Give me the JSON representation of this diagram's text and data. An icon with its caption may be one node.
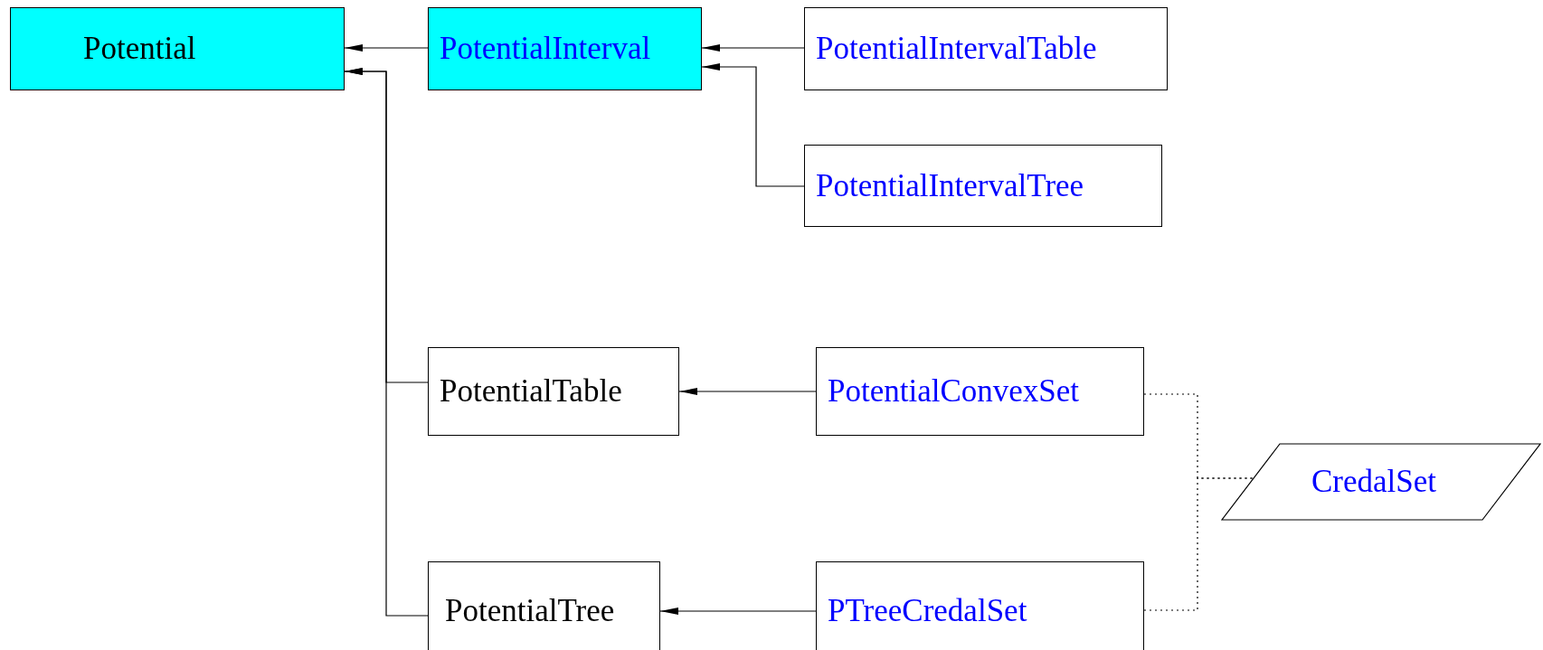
{
  "diagram": {
    "nodes": [
      {
        "text": [
          "Potential"
        ]
      },
      {
        "text": [
          "PotentialInterval"
        ]
      },
      {
        "text": [
          "PotentialIntervalTable"
        ]
      },
      {
        "text": [
          "PotentialIntervalTree"
        ]
      },
      {
        "text": [
          "PotentialTable"
        ]
      },
      {
        "text": [
          "PotentialConvexSet"
        ]
      },
      {
        "text": [
          "CredalSet"
        ]
      },
      {
        "text": [
          "PotentialTree"
        ]
      },
      {
        "text": [
          "PTreeCredalSet"
        ]
      }
    ],
    "edges": [
      {
        "from": 1,
        "to": 0,
        "arrow": "to"
      },
      {
        "from": 2,
        "to": 1,
        "arrow": "to"
      },
      {
        "from": 3,
        "to": 1,
        "arrow": "to"
      },
      {
        "from": 4,
        "to": 0,
        "arrow": "to"
      },
      {
        "from": 7,
        "to": 0,
        "arrow": "to"
      },
      {
        "from": 5,
        "to": 4,
        "arrow": "to"
      },
      {
        "from": 8,
        "to": 7,
        "arrow": "to"
      },
      {
        "from": 5,
        "to": 6,
        "arrow": "none",
        "style": "dashed"
      },
      {
        "from": 8,
        "to": 6,
        "arrow": "none",
        "style": "dashed"
      }
    ]
  }
}
